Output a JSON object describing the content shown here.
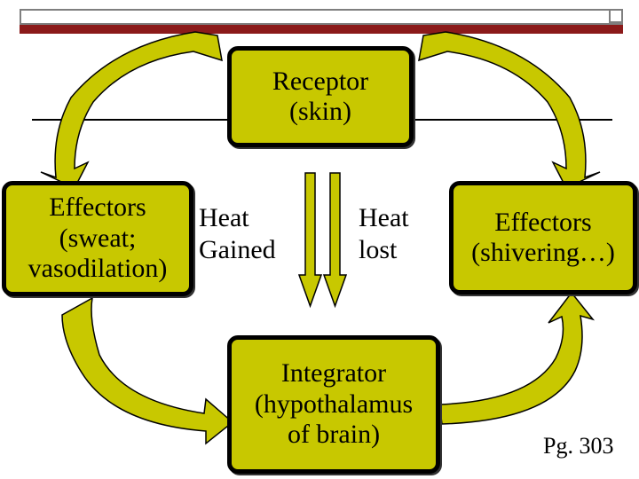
{
  "receptor": {
    "line1": "Receptor",
    "line2": "(skin)"
  },
  "integrator": {
    "line1": "Integrator",
    "line2": "(hypothalamus",
    "line3": "of brain)"
  },
  "effectors_left": {
    "line1": "Effectors",
    "line2": "(sweat;",
    "line3": "vasodilation)"
  },
  "effectors_right": {
    "line1": "Effectors",
    "line2": "(shivering…)"
  },
  "heat_gained": {
    "line1": "Heat",
    "line2": "Gained"
  },
  "heat_lost": {
    "line1": "Heat",
    "line2": "lost"
  },
  "page_ref": "Pg. 303",
  "colors": {
    "box_fill": "#c8c800",
    "arrow_fill": "#c8c800",
    "box_border": "#000000",
    "top_bar_accent": "#8b1a1a"
  }
}
